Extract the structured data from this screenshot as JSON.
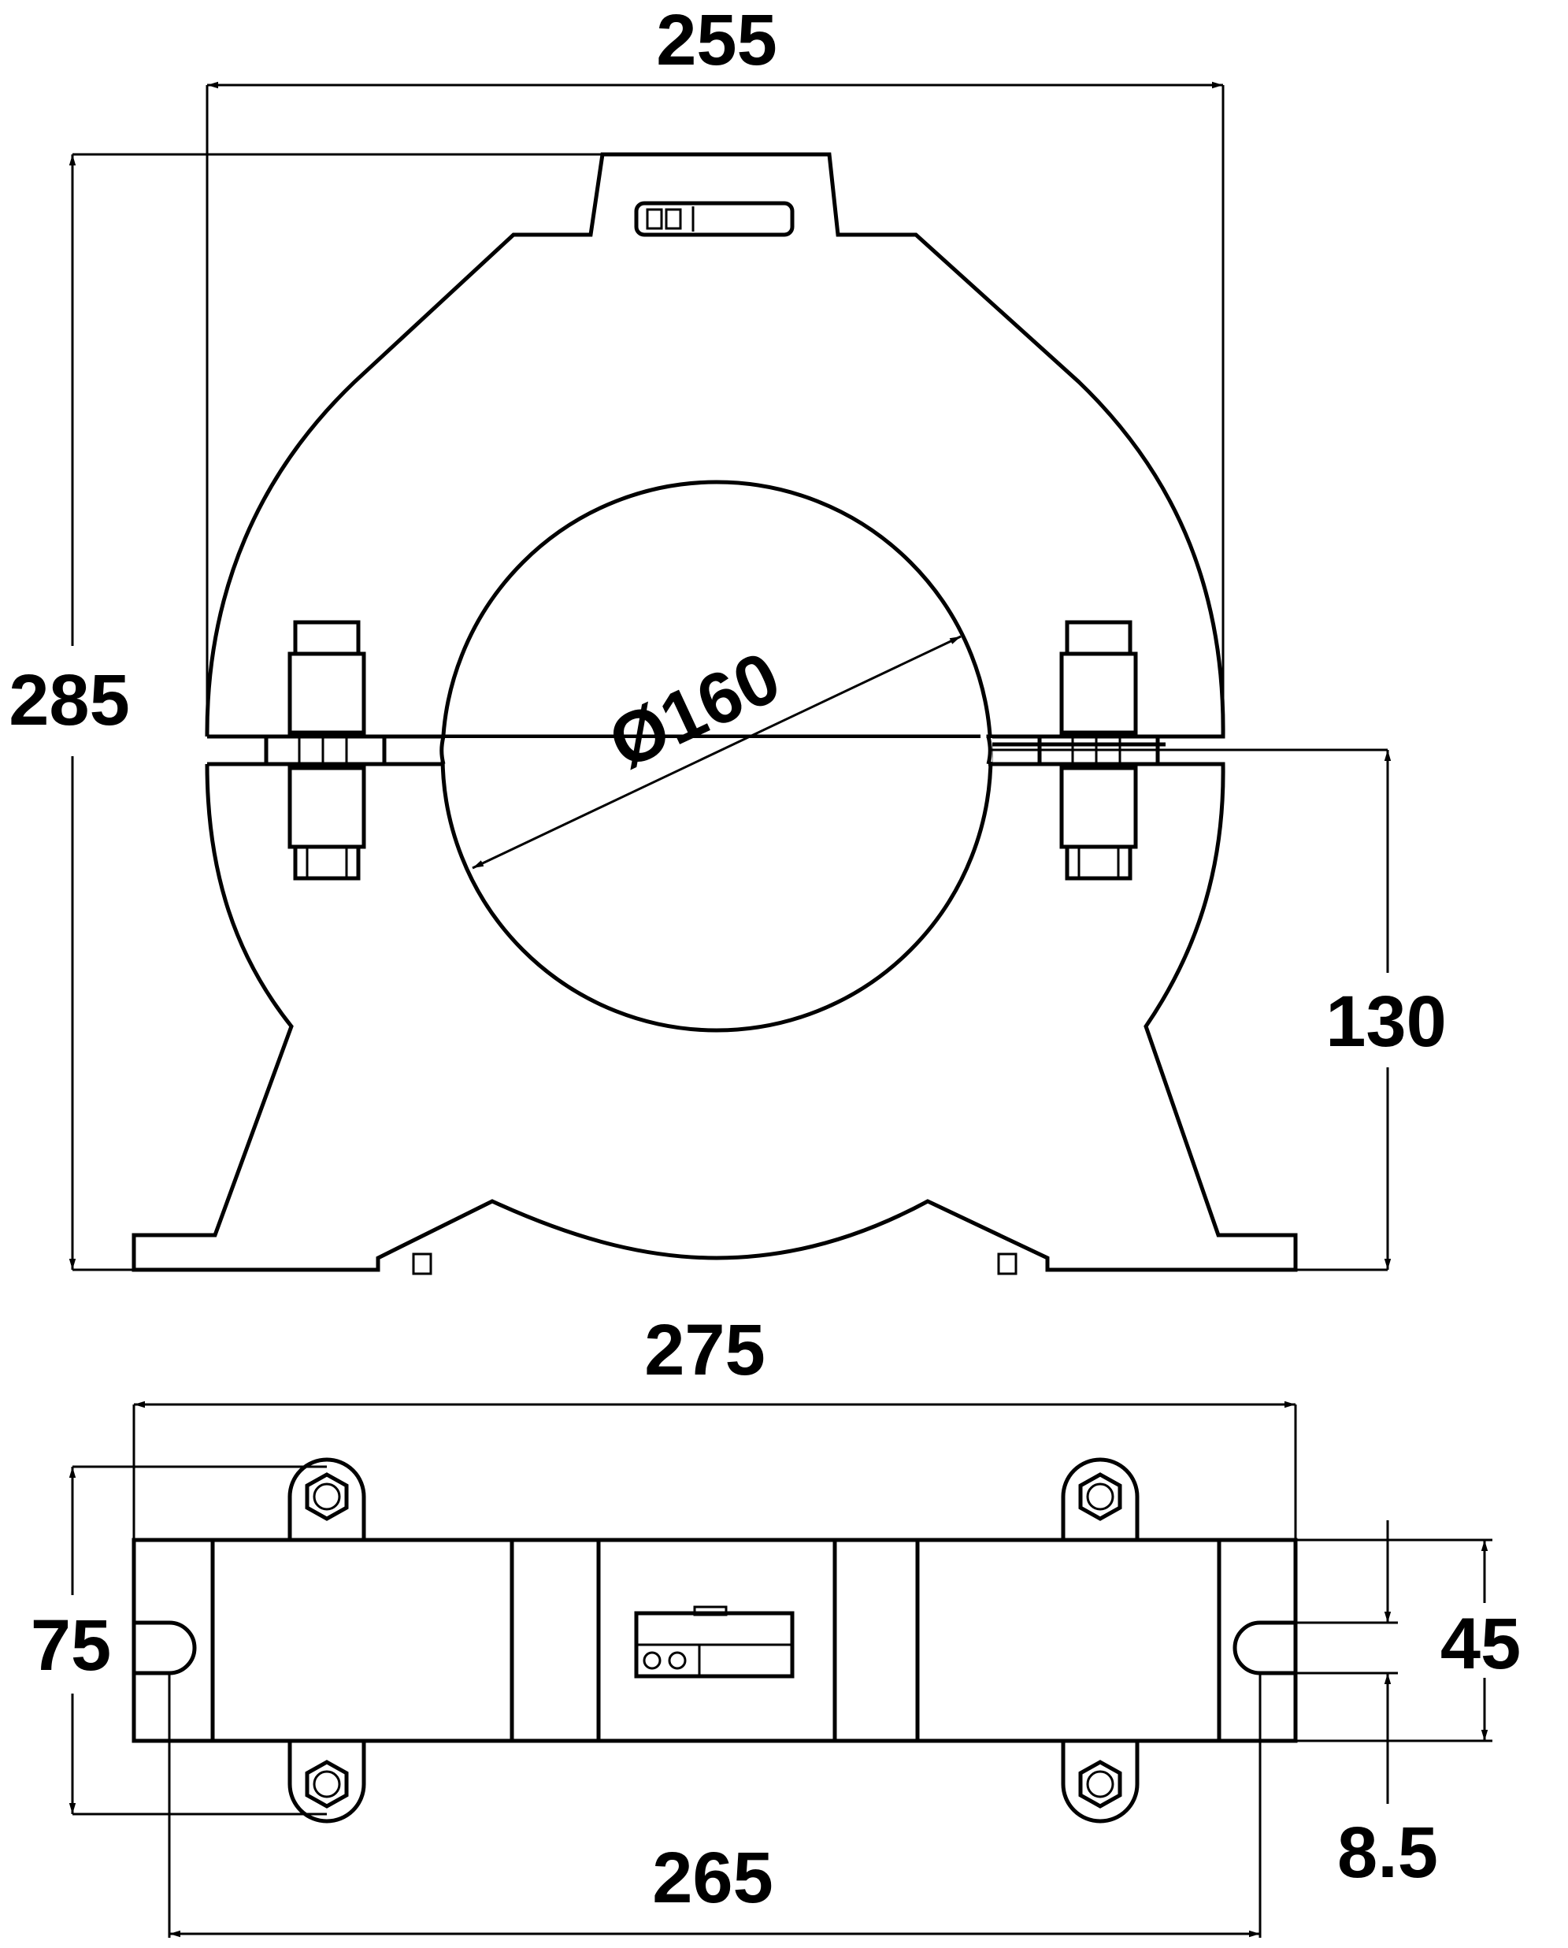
{
  "dimensions": {
    "top_width": "255",
    "overall_height": "285",
    "bore_diameter": "Ø160",
    "center_height": "130",
    "base_length": "275",
    "depth": "75",
    "mount_slot_spacing": "265",
    "slot_width": "45",
    "slot_offset": "8.5"
  },
  "colors": {
    "line": "#000000",
    "background": "#ffffff"
  }
}
